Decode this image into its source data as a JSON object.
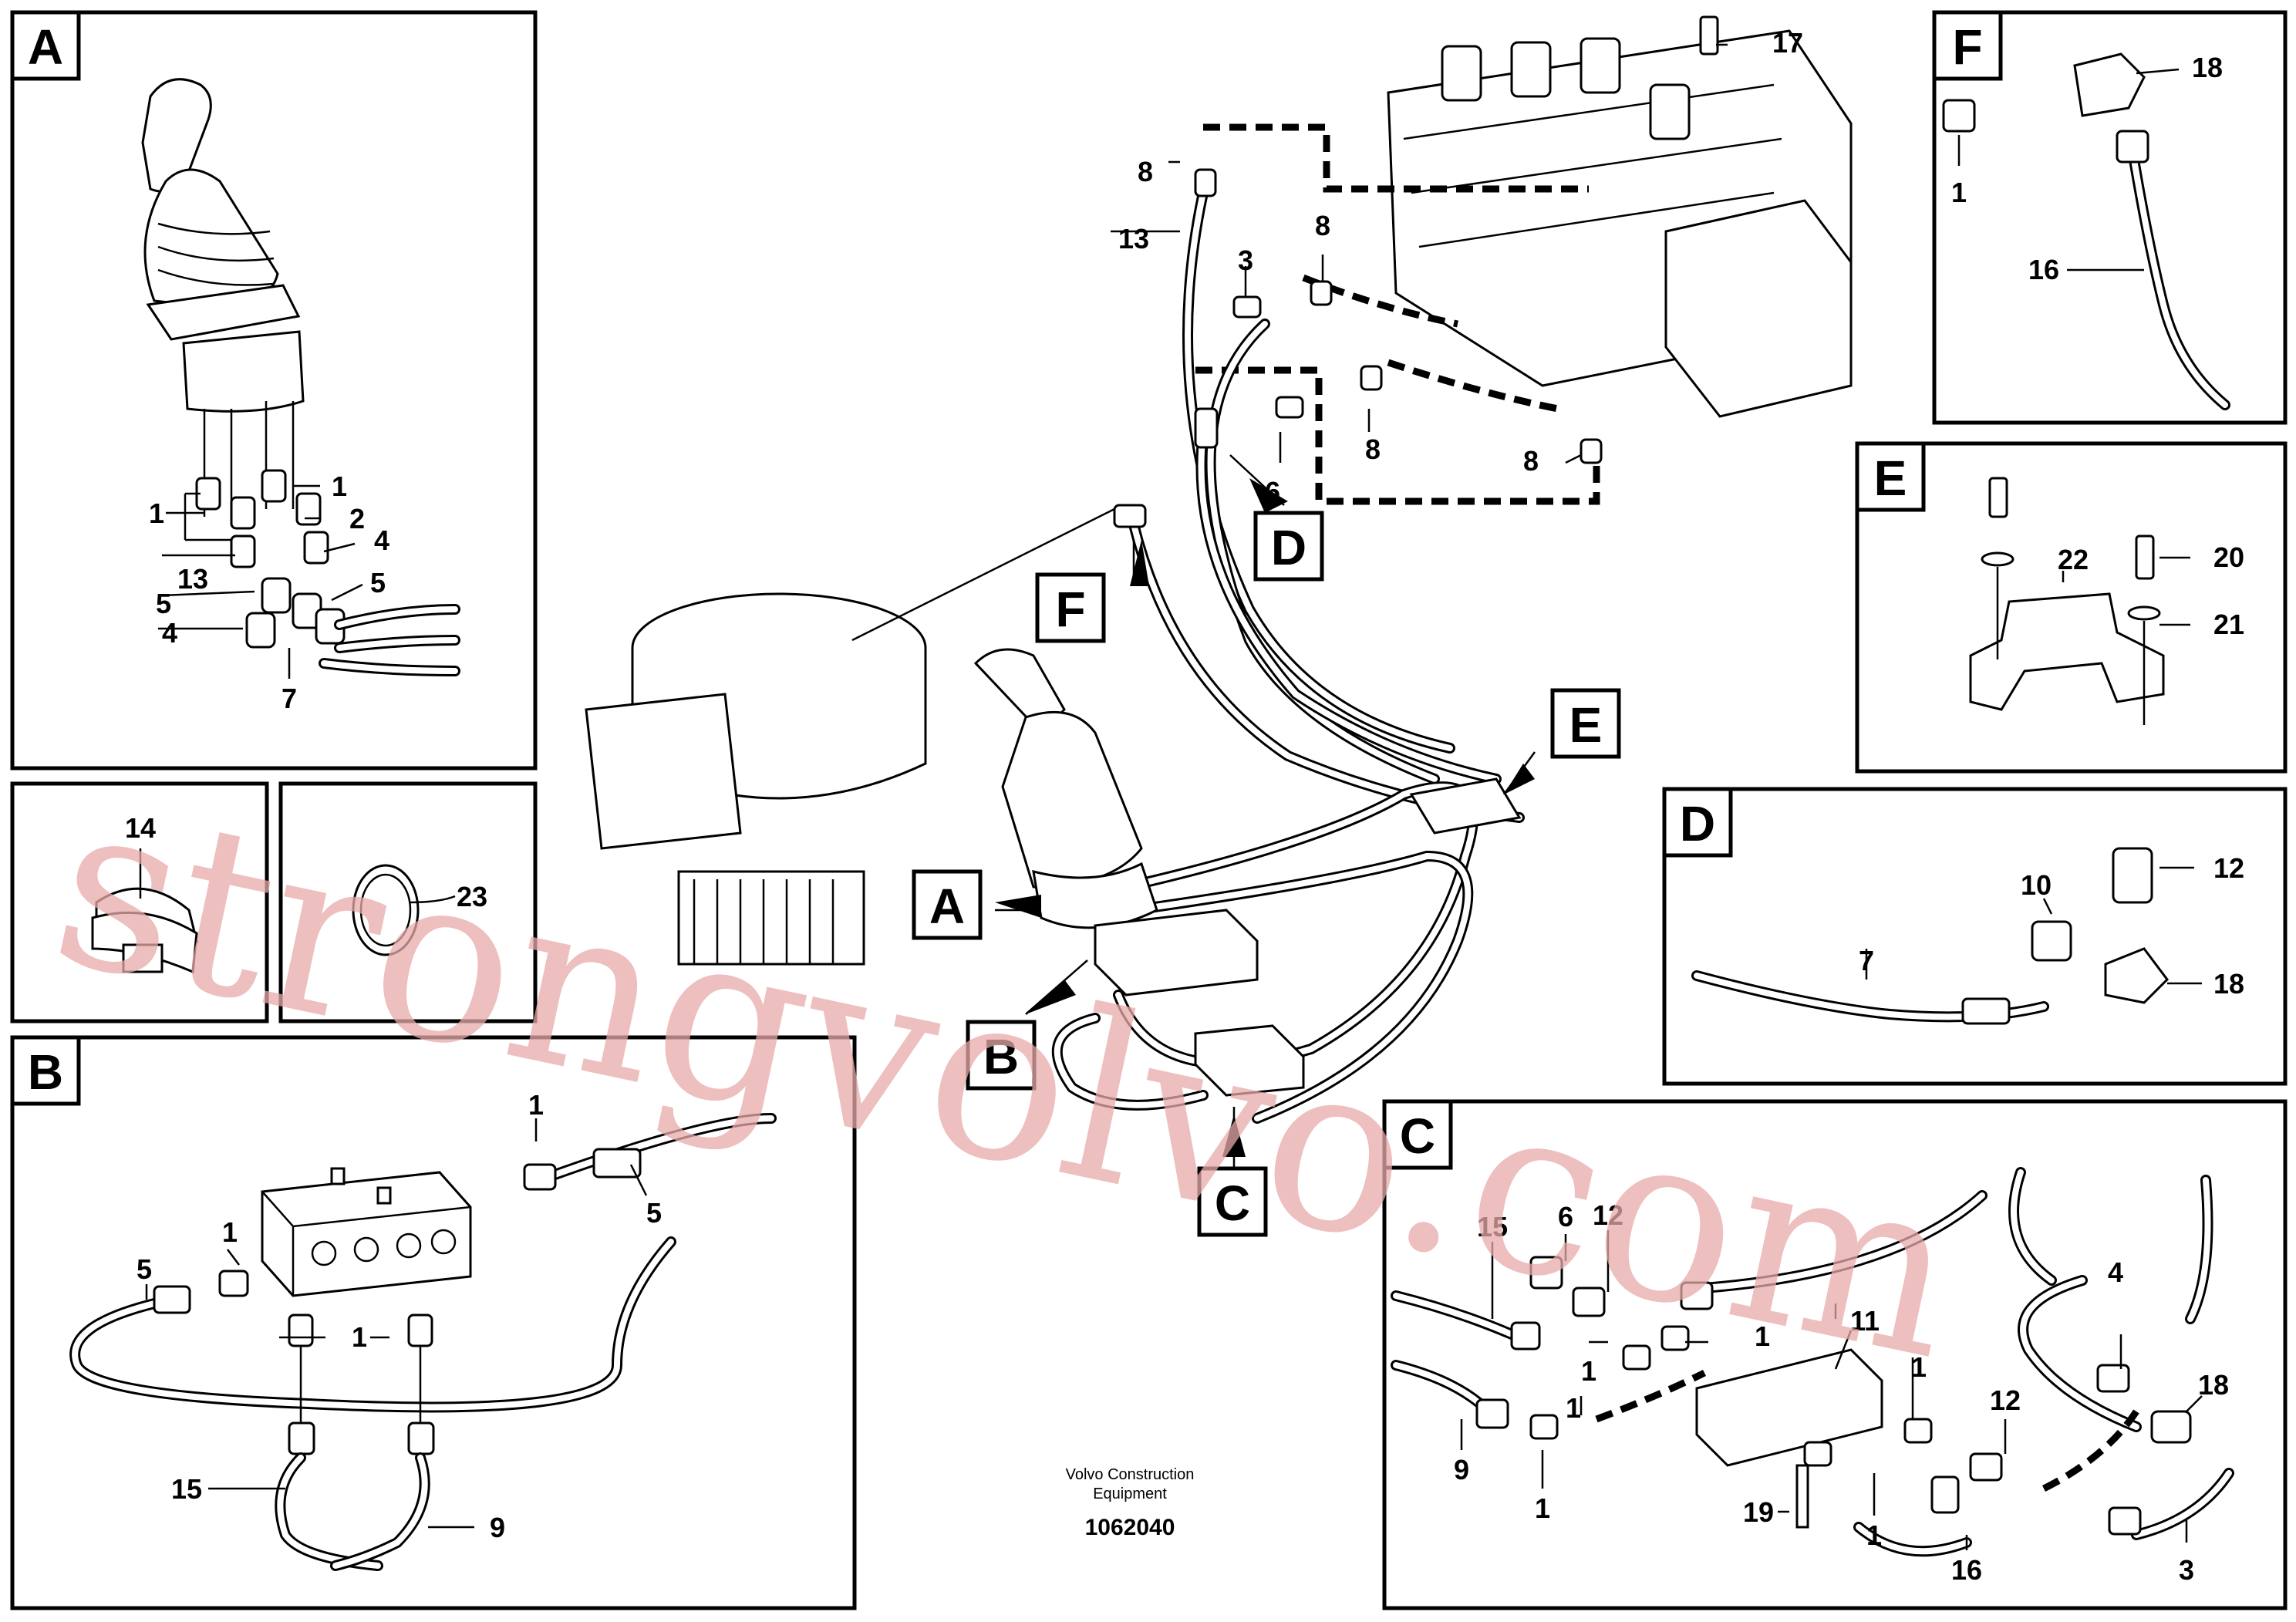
{
  "panels": {
    "A": "A",
    "B": "B",
    "C": "C",
    "D": "D",
    "E": "E",
    "F": "F"
  },
  "callouts": {
    "main": {
      "A": "A",
      "B": "B",
      "C": "C",
      "D": "D",
      "E": "E",
      "F": "F"
    },
    "n1": "1",
    "n2": "2",
    "n3": "3",
    "n4": "4",
    "n5": "5",
    "n6": "6",
    "n7": "7",
    "n8": "8",
    "n9": "9",
    "n10": "10",
    "n11": "11",
    "n12": "12",
    "n13": "13",
    "n14": "14",
    "n15": "15",
    "n16": "16",
    "n17": "17",
    "n18": "18",
    "n19": "19",
    "n20": "20",
    "n21": "21",
    "n22": "22",
    "n23": "23"
  },
  "footer": {
    "company_line1": "Volvo Construction",
    "company_line2": "Equipment",
    "drawing_number": "1062040"
  },
  "watermark": "strongvolvo.com",
  "colors": {
    "line": "#000000",
    "watermark": "#e8a9a9",
    "background": "#ffffff"
  }
}
